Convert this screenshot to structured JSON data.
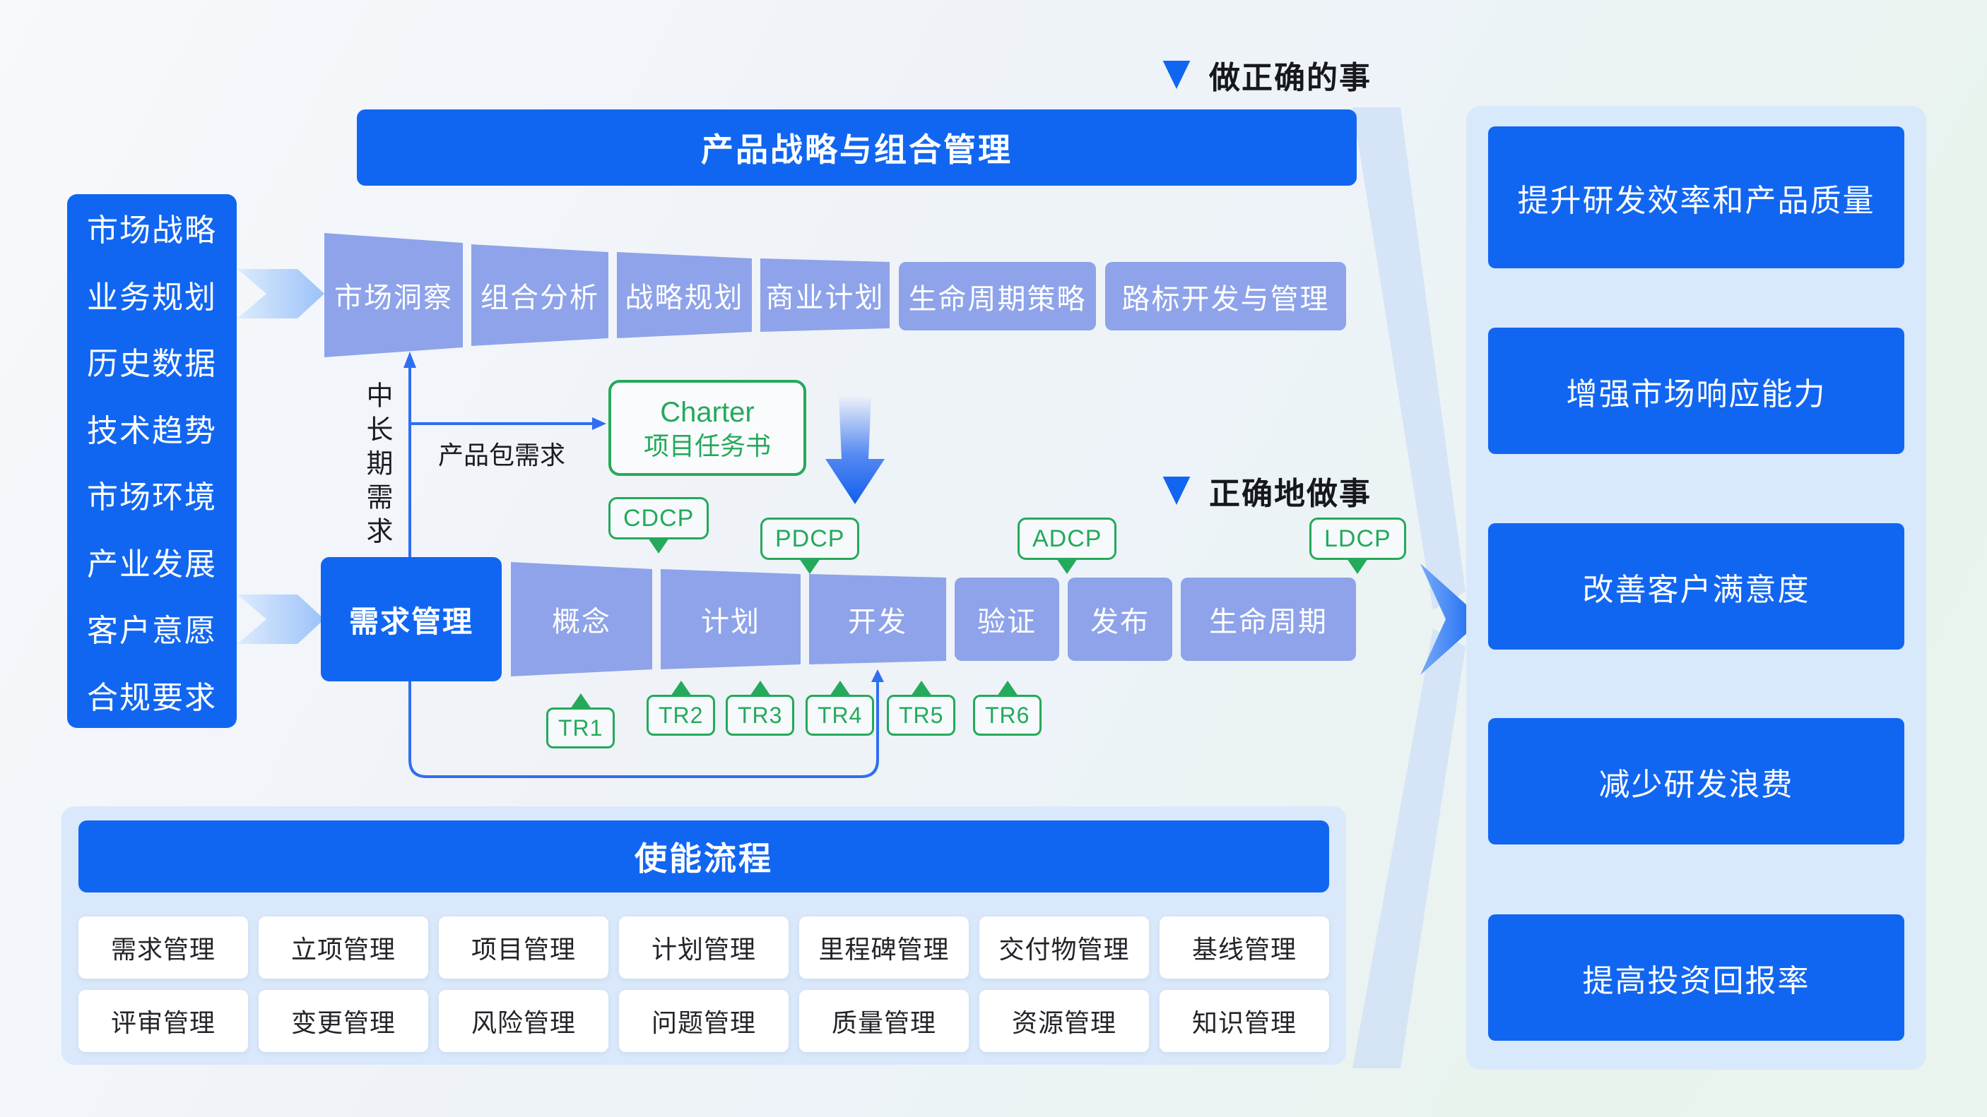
{
  "section_labels": {
    "top": "做正确的事",
    "mid": "正确地做事"
  },
  "strategy_bar": "产品战略与组合管理",
  "enable_bar": "使能流程",
  "inputs": [
    "市场战略",
    "业务规划",
    "历史数据",
    "技术趋势",
    "市场环境",
    "产业发展",
    "客户意愿",
    "合规要求"
  ],
  "strategy_phases": [
    "市场洞察",
    "组合分析",
    "战略规划",
    "商业计划",
    "生命周期策略",
    "路标开发与管理"
  ],
  "requirement_box": "需求管理",
  "dev_phases": [
    "概念",
    "计划",
    "开发",
    "验证",
    "发布",
    "生命周期"
  ],
  "charter": {
    "title": "Charter",
    "subtitle": "项目任务书"
  },
  "annotations": {
    "mid_long_term": "中长期需求",
    "product_package": "产品包需求"
  },
  "dcp_tags": [
    "CDCP",
    "PDCP",
    "ADCP",
    "LDCP"
  ],
  "tr_tags": [
    "TR1",
    "TR2",
    "TR3",
    "TR4",
    "TR5",
    "TR6"
  ],
  "enable_grid_row1": [
    "需求管理",
    "立项管理",
    "项目管理",
    "计划管理",
    "里程碑管理",
    "交付物管理",
    "基线管理"
  ],
  "enable_grid_row2": [
    "评审管理",
    "变更管理",
    "风险管理",
    "问题管理",
    "质量管理",
    "资源管理",
    "知识管理"
  ],
  "outcomes": [
    "提升研发效率和产品质量",
    "增强市场响应能力",
    "改善客户满意度",
    "减少研发浪费",
    "提高投资回报率"
  ],
  "colors": {
    "accent_blue": "#1166F1",
    "periwinkle": "#8EA3E9",
    "green": "#25A95B",
    "panel_light_blue": "#D9E8FA",
    "connector_blue": "#2F6EF0"
  }
}
